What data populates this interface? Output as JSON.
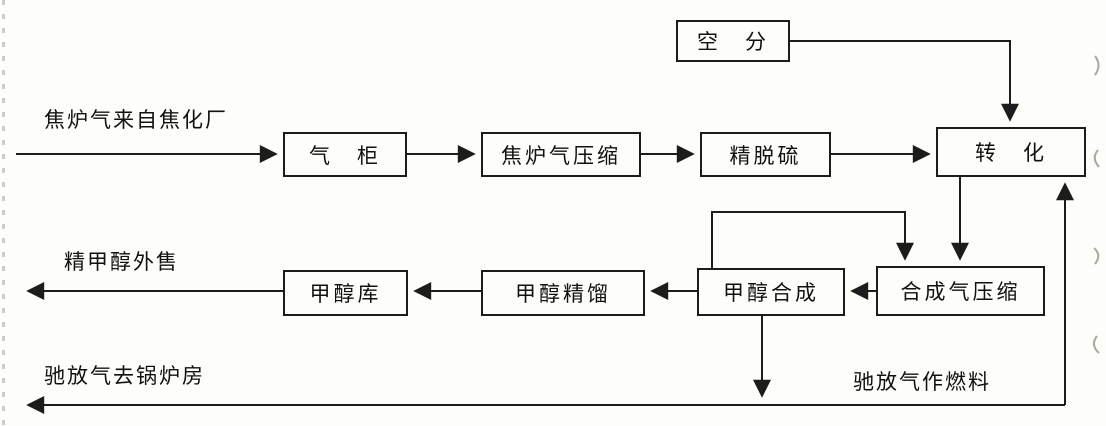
{
  "colors": {
    "line": "#1c1c1c",
    "background": "#fdfdfa",
    "text": "#111111"
  },
  "nodes": {
    "air_separation": {
      "label": "空　分"
    },
    "gas_holder": {
      "label": "气　柜"
    },
    "coke_oven_gas_compression": {
      "label": "焦炉气压缩"
    },
    "fine_desulfurization": {
      "label": "精脱硫"
    },
    "conversion": {
      "label": "转　化"
    },
    "syngas_compression": {
      "label": "合成气压缩"
    },
    "methanol_synthesis": {
      "label": "甲醇合成"
    },
    "methanol_distillation": {
      "label": "甲醇精馏"
    },
    "methanol_storage": {
      "label": "甲醇库"
    }
  },
  "stream_labels": {
    "feed_in": "焦炉气来自焦化厂",
    "product_out": "精甲醇外售",
    "purge_to_boiler": "驰放气去锅炉房",
    "purge_as_fuel": "驰放气作燃料"
  },
  "edges": [
    {
      "from": "feed_in",
      "to": "gas_holder"
    },
    {
      "from": "gas_holder",
      "to": "coke_oven_gas_compression"
    },
    {
      "from": "coke_oven_gas_compression",
      "to": "fine_desulfurization"
    },
    {
      "from": "fine_desulfurization",
      "to": "conversion"
    },
    {
      "from": "air_separation",
      "to": "conversion"
    },
    {
      "from": "conversion",
      "to": "syngas_compression"
    },
    {
      "from": "methanol_synthesis",
      "to": "syngas_compression",
      "note": "recycle loop over the top"
    },
    {
      "from": "syngas_compression",
      "to": "methanol_synthesis"
    },
    {
      "from": "methanol_synthesis",
      "to": "methanol_distillation"
    },
    {
      "from": "methanol_distillation",
      "to": "methanol_storage"
    },
    {
      "from": "methanol_storage",
      "to": "product_out"
    },
    {
      "from": "methanol_synthesis",
      "to": "purge_header",
      "note": "purge gas down to bottom line"
    },
    {
      "from": "purge_header",
      "to": "purge_to_boiler"
    },
    {
      "from": "purge_header",
      "to": "conversion",
      "note": "purge gas used as fuel"
    }
  ]
}
